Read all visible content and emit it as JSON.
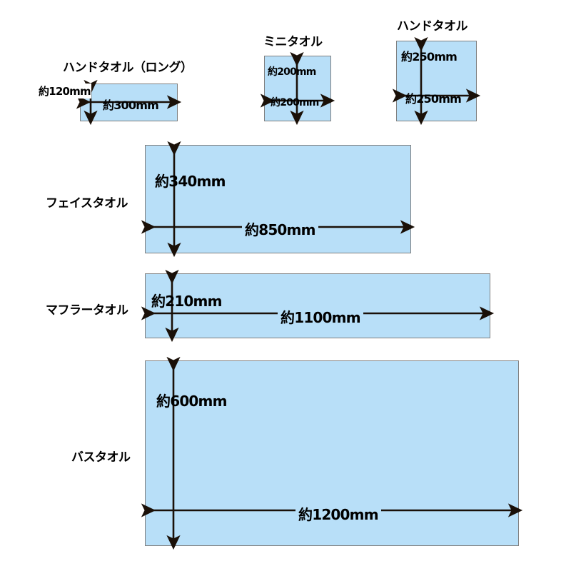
{
  "diagram": {
    "title_implicit": "",
    "unit_suffix": "mm",
    "prefix": "約",
    "colors": {
      "towel_fill": "#b8dff8",
      "towel_border": "#7f7f7f",
      "text": "#000000",
      "arrow": "#1a1008",
      "background": "#ffffff"
    }
  },
  "towels": [
    {
      "id": "hand-towel-long",
      "name": "ハンドタオル（ロング）",
      "title_position": "above",
      "width_label": "約300mm",
      "height_label": "約120mm",
      "width_mm": 300,
      "height_mm": 120
    },
    {
      "id": "mini-towel",
      "name": "ミニタオル",
      "title_position": "above",
      "width_label": "約200mm",
      "height_label": "約200mm",
      "width_mm": 200,
      "height_mm": 200
    },
    {
      "id": "hand-towel",
      "name": "ハンドタオル",
      "title_position": "above",
      "width_label": "約250mm",
      "height_label": "約250mm",
      "width_mm": 250,
      "height_mm": 250
    },
    {
      "id": "face-towel",
      "name": "フェイスタオル",
      "title_position": "left",
      "width_label": "約850mm",
      "height_label": "約340mm",
      "width_mm": 850,
      "height_mm": 340
    },
    {
      "id": "muffler-towel",
      "name": "マフラータオル",
      "title_position": "left",
      "width_label": "約1100mm",
      "height_label": "約210mm",
      "width_mm": 1100,
      "height_mm": 210
    },
    {
      "id": "bath-towel",
      "name": "バスタオル",
      "title_position": "left",
      "width_label": "約1200mm",
      "height_label": "約600mm",
      "width_mm": 1200,
      "height_mm": 600
    }
  ]
}
